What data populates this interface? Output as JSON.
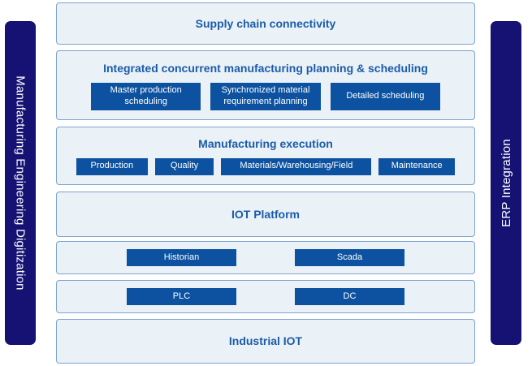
{
  "diagram": {
    "colors": {
      "rail_navy": "#151273",
      "panel_fill": "#eaf1f7",
      "panel_border": "#7ba3d1",
      "panel_title_text": "#1b5ca8",
      "chip_fill": "#0c52a0",
      "chip_text": "#ffffff",
      "background": "#ffffff"
    },
    "rails": {
      "left": {
        "label": "Manufacturing Engineering Digitization"
      },
      "right": {
        "label": "ERP Integration"
      }
    },
    "layers": [
      {
        "id": "supply-chain",
        "title": "Supply chain connectivity",
        "chips": []
      },
      {
        "id": "planning",
        "title": "Integrated concurrent manufacturing planning & scheduling",
        "chips": [
          "Master production scheduling",
          "Synchronized material requirement planning",
          "Detailed scheduling"
        ]
      },
      {
        "id": "execution",
        "title": "Manufacturing execution",
        "chips": [
          "Production",
          "Quality",
          "Materials/Warehousing/Field",
          "Maintenance"
        ]
      },
      {
        "id": "iot-platform",
        "title": "IOT Platform",
        "chips": []
      },
      {
        "id": "historian",
        "title": "",
        "chips": [
          "Historian",
          "Scada"
        ]
      },
      {
        "id": "plc",
        "title": "",
        "chips": [
          "PLC",
          "DC"
        ]
      },
      {
        "id": "industrial-iot",
        "title": "Industrial IOT",
        "chips": []
      }
    ]
  }
}
